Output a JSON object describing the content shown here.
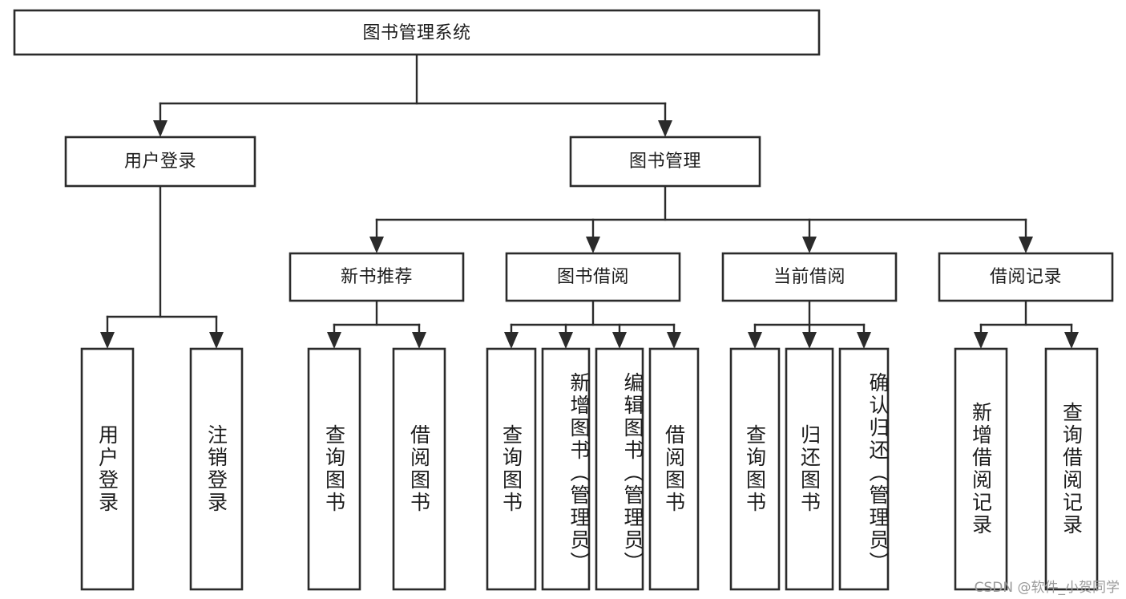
{
  "diagram": {
    "title": "图书管理系统",
    "type": "tree",
    "orientation": "top-down",
    "colors": {
      "stroke": "#2b2b2b",
      "node_fill": "#ffffff",
      "text": "#1c1c1c",
      "background": "#ffffff",
      "watermark": "#9a9a9a"
    },
    "levels": {
      "root": {
        "label": "图书管理系统"
      },
      "level2": [
        {
          "id": "user-login",
          "label": "用户登录"
        },
        {
          "id": "book-manage",
          "label": "图书管理"
        }
      ],
      "level3": [
        {
          "id": "new-book-recommend",
          "label": "新书推荐",
          "parent": "book-manage"
        },
        {
          "id": "book-borrow",
          "label": "图书借阅",
          "parent": "book-manage"
        },
        {
          "id": "current-borrow",
          "label": "当前借阅",
          "parent": "book-manage"
        },
        {
          "id": "borrow-record",
          "label": "借阅记录",
          "parent": "book-manage"
        }
      ],
      "leaves": [
        {
          "id": "leaf-user-login",
          "label": "用户登录",
          "parent": "user-login"
        },
        {
          "id": "leaf-logout-login",
          "label": "注销登录",
          "parent": "user-login"
        },
        {
          "id": "leaf-query-book-1",
          "label": "查询图书",
          "parent": "new-book-recommend"
        },
        {
          "id": "leaf-borrow-book-1",
          "label": "借阅图书",
          "parent": "new-book-recommend"
        },
        {
          "id": "leaf-query-book-2",
          "label": "查询图书",
          "parent": "book-borrow"
        },
        {
          "id": "leaf-add-book",
          "label": "新增图书（管理员）",
          "parent": "book-borrow"
        },
        {
          "id": "leaf-edit-book",
          "label": "编辑图书（管理员）",
          "parent": "book-borrow"
        },
        {
          "id": "leaf-borrow-book-2",
          "label": "借阅图书",
          "parent": "book-borrow"
        },
        {
          "id": "leaf-query-book-3",
          "label": "查询图书",
          "parent": "current-borrow"
        },
        {
          "id": "leaf-return-book",
          "label": "归还图书",
          "parent": "current-borrow"
        },
        {
          "id": "leaf-confirm-return",
          "label": "确认归还（管理员）",
          "parent": "current-borrow"
        },
        {
          "id": "leaf-add-record",
          "label": "新增借阅记录",
          "parent": "borrow-record"
        },
        {
          "id": "leaf-query-record",
          "label": "查询借阅记录",
          "parent": "borrow-record"
        }
      ]
    }
  },
  "watermark": {
    "text": "CSDN @软件_小贺同学"
  }
}
